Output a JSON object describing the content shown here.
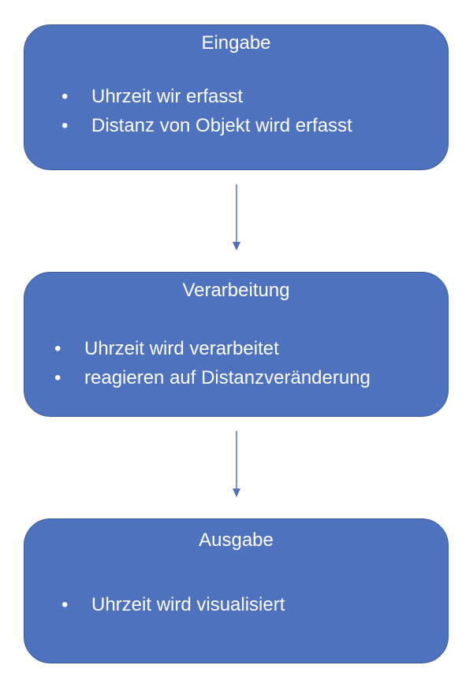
{
  "colors": {
    "box_fill": "#4f72be",
    "box_border": "#3a5a9c",
    "arrow": "#4f72be",
    "text": "#ffffff"
  },
  "input": {
    "title": "Eingabe",
    "items": [
      "Uhrzeit wir erfasst",
      "Distanz von Objekt wird erfasst"
    ]
  },
  "processing": {
    "title": "Verarbeitung",
    "items": [
      "Uhrzeit wird verarbeitet",
      "reagieren auf Distanzveränderung"
    ]
  },
  "output": {
    "title": "Ausgabe",
    "items": [
      "Uhrzeit wird visualisiert"
    ]
  }
}
